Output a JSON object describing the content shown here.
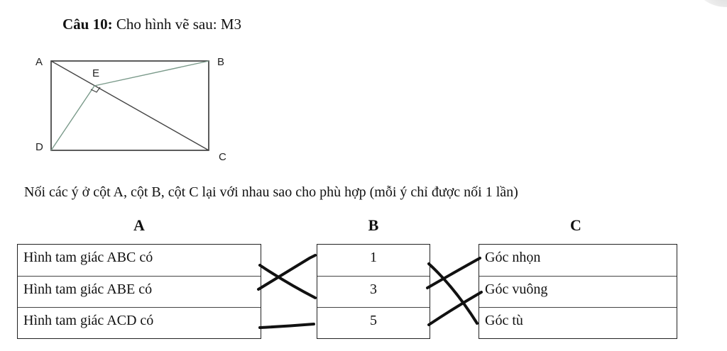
{
  "question": {
    "label": "Câu 10:",
    "text": "Cho hình vẽ sau: M3"
  },
  "figure": {
    "points": {
      "A": "A",
      "B": "B",
      "C": "C",
      "D": "D",
      "E": "E"
    }
  },
  "instruction": "Nối các ý ở cột A, cột B, cột C lại với nhau sao cho phù hợp (mỗi ý chỉ được nối 1 lần)",
  "columns": {
    "a": {
      "header": "A",
      "items": [
        "Hình tam giác ABC có",
        "Hình tam giác ABE có",
        "Hình tam giác ACD có"
      ]
    },
    "b": {
      "header": "B",
      "items": [
        "1",
        "3",
        "5"
      ]
    },
    "c": {
      "header": "C",
      "items": [
        "Góc nhọn",
        "Góc vuông",
        "Góc tù"
      ]
    }
  },
  "colors": {
    "figure_line": "#333333",
    "figure_inner_line": "#7a9a8a",
    "connector": "#111111"
  }
}
